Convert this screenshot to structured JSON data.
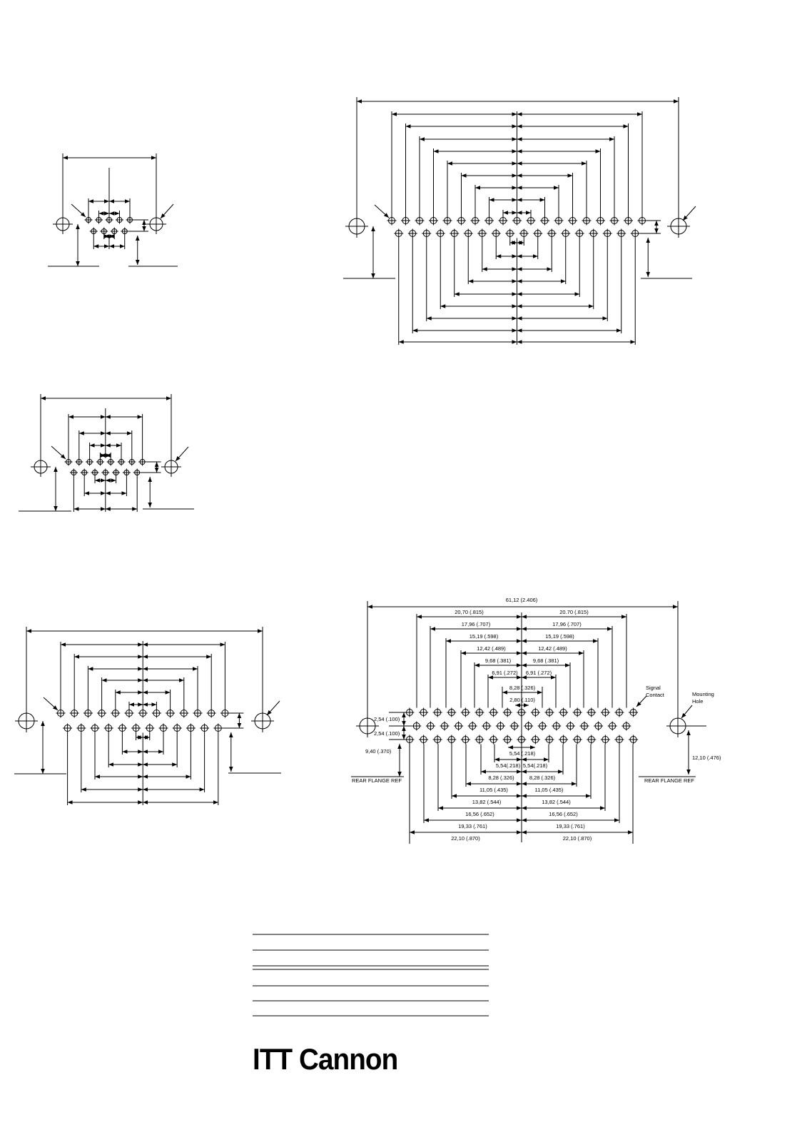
{
  "diagram": {
    "title_dimension": "61,12 (2.406)",
    "top_row_dimensions": [
      "20,70 (.815)",
      "20.70 (.815)",
      "17,96 (.707)",
      "17,96 (.707)",
      "15,19 (.598)",
      "15,19 (.598)",
      "12,42 (.489)",
      "12,42 (.489)",
      "9,68 (.381)",
      "9,68 (.381)",
      "6,91 (.272)",
      "6,91 (.272)",
      "8,28 (.326)",
      "2,80 (.110)"
    ],
    "bottom_row_dimensions": [
      "5,54 (.218)",
      "5,54(.218)",
      "5,54(.218)",
      "8,28 (.326)",
      "8,28 (.326)",
      "11,05 (.435)",
      "11,05 (.435)",
      "13,82 (.544)",
      "13,82 (.544)",
      "16,56 (.652)",
      "16,56 (.652)",
      "19,33 (.761)",
      "19,33 (.761)",
      "22,10 (.870)",
      "22,10 (.870)"
    ],
    "row_spacing_top": "2,54 (.100)",
    "row_spacing_bottom": "2,54 (.100)",
    "left_offset": "9,40 (.370)",
    "right_offset": "12,10 (.476)",
    "rear_flange_left": "REAR FLANGE REF",
    "rear_flange_right": "REAR FLANGE REF",
    "signal_contact": [
      "Signal",
      "Contact"
    ],
    "mounting_hole": [
      "Mounting",
      "Hole"
    ]
  },
  "brand": {
    "logo": "ITT Cannon"
  },
  "icons": [
    "mounting-hole-icon",
    "contact-crosshair-icon"
  ]
}
